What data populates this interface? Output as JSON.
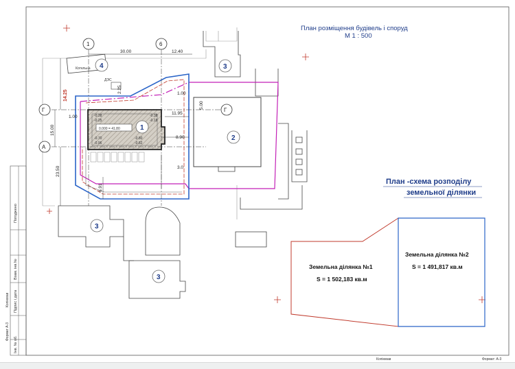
{
  "sheet": {
    "title_line1": "План розміщення будівель і споруд",
    "title_line2": "М 1 : 500",
    "scheme_line1": "План -схема розподілу",
    "scheme_line2": "земельної ділянки",
    "format_label": "Формат: А-3",
    "copied_label": "Копіював"
  },
  "axes": {
    "a1": "1",
    "a6": "6",
    "g_left": "Г",
    "g_right": "Г",
    "a_left": "А"
  },
  "dimensions": {
    "d30": "30.00",
    "d12_40": "12.40",
    "d14_25": "14.25",
    "d15": "15.00",
    "d23_50": "23.50",
    "d1_00a": "1.00",
    "d1_00b": "1.00",
    "d11_95": "11.95",
    "d8_90": "8.90",
    "d6_91": "6.91",
    "d5_00": "5.00",
    "d2_25": "2.25",
    "d3_0": "3.0",
    "level": "0.000 = 41.80",
    "m1": "-0.38",
    "m2": "-0.25",
    "m3": "-0.38",
    "m4": "-0.18",
    "m5": "-0.70",
    "m6": "-0.96",
    "m7": "-0.80",
    "m8": "-0.82",
    "tp_label": "ДЭС"
  },
  "buildings": {
    "b1": "1",
    "b2": "2",
    "b3a": "3",
    "b3b": "3",
    "b3c": "3",
    "b4": "4",
    "b4_caption": "Котельна"
  },
  "parcels": {
    "p1_name": "Земельна ділянка №1",
    "p1_area": "S  = 1 502,183 кв.м",
    "p2_name": "Земельна ділянка №2",
    "p2_area": "S  = 1 491,817 кв.м"
  },
  "stamp": {
    "row1": "Погоджено",
    "row2": "Взам. інв.№",
    "row3": "Підпис і дата",
    "row4": "Інв. № об.",
    "row5": "Формат А-3",
    "row6": "Копіював"
  },
  "colors": {
    "blue": "#2a64c8",
    "magenta": "#c21fb6",
    "red": "#c0392b",
    "navy": "#1f3d8a",
    "building_fill": "#c9c4bc"
  }
}
